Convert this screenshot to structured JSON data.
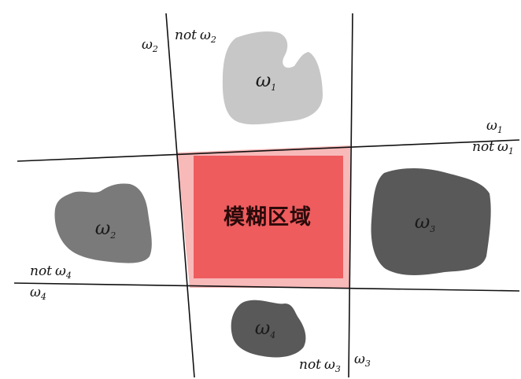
{
  "colors": {
    "lines": "#111111",
    "zone_outer": "#f8b9b9",
    "zone_inner": "#ee5c5e",
    "blob_light": "#c7c7c7",
    "blob_mid": "#7a7a7a",
    "blob_dark": "#595959"
  },
  "fuzzy_zone": {
    "label": "模糊区域"
  },
  "classes": [
    {
      "id": "w1",
      "base": "ω",
      "sub": "1",
      "shade": "light"
    },
    {
      "id": "w2",
      "base": "ω",
      "sub": "2",
      "shade": "mid"
    },
    {
      "id": "w3",
      "base": "ω",
      "sub": "3",
      "shade": "dark"
    },
    {
      "id": "w4",
      "base": "ω",
      "sub": "4",
      "shade": "dark"
    }
  ],
  "boundary_labels": {
    "line_left_pos": {
      "base": "ω",
      "sub": "2"
    },
    "line_left_neg": {
      "not": "not",
      "base": "ω",
      "sub": "2"
    },
    "line_top_pos": {
      "base": "ω",
      "sub": "1"
    },
    "line_top_neg": {
      "not": "not",
      "base": "ω",
      "sub": "1"
    },
    "line_bottom_pos": {
      "base": "ω",
      "sub": "4"
    },
    "line_bottom_neg": {
      "not": "not",
      "base": "ω",
      "sub": "4"
    },
    "line_right_pos": {
      "base": "ω",
      "sub": "3"
    },
    "line_right_neg": {
      "not": "not",
      "base": "ω",
      "sub": "3"
    }
  }
}
